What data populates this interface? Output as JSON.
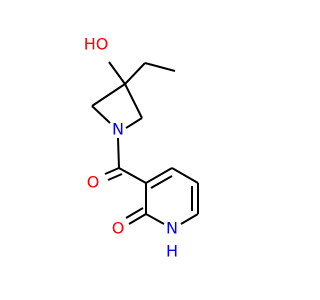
{
  "molecule": {
    "atoms": {
      "hydroxyl": {
        "text": "HO",
        "color": "#ff0000"
      },
      "azetidine_n": {
        "text": "N",
        "color": "#0000ff"
      },
      "carbonyl_o": {
        "text": "O",
        "color": "#ff0000"
      },
      "pyridone_o": {
        "text": "O",
        "color": "#ff0000"
      },
      "pyridone_nh": {
        "text": "N",
        "color": "#0000ff"
      },
      "pyridone_h": {
        "text": "H",
        "color": "#0000ff"
      }
    },
    "bond_color": "#000000",
    "background": "#ffffff"
  }
}
